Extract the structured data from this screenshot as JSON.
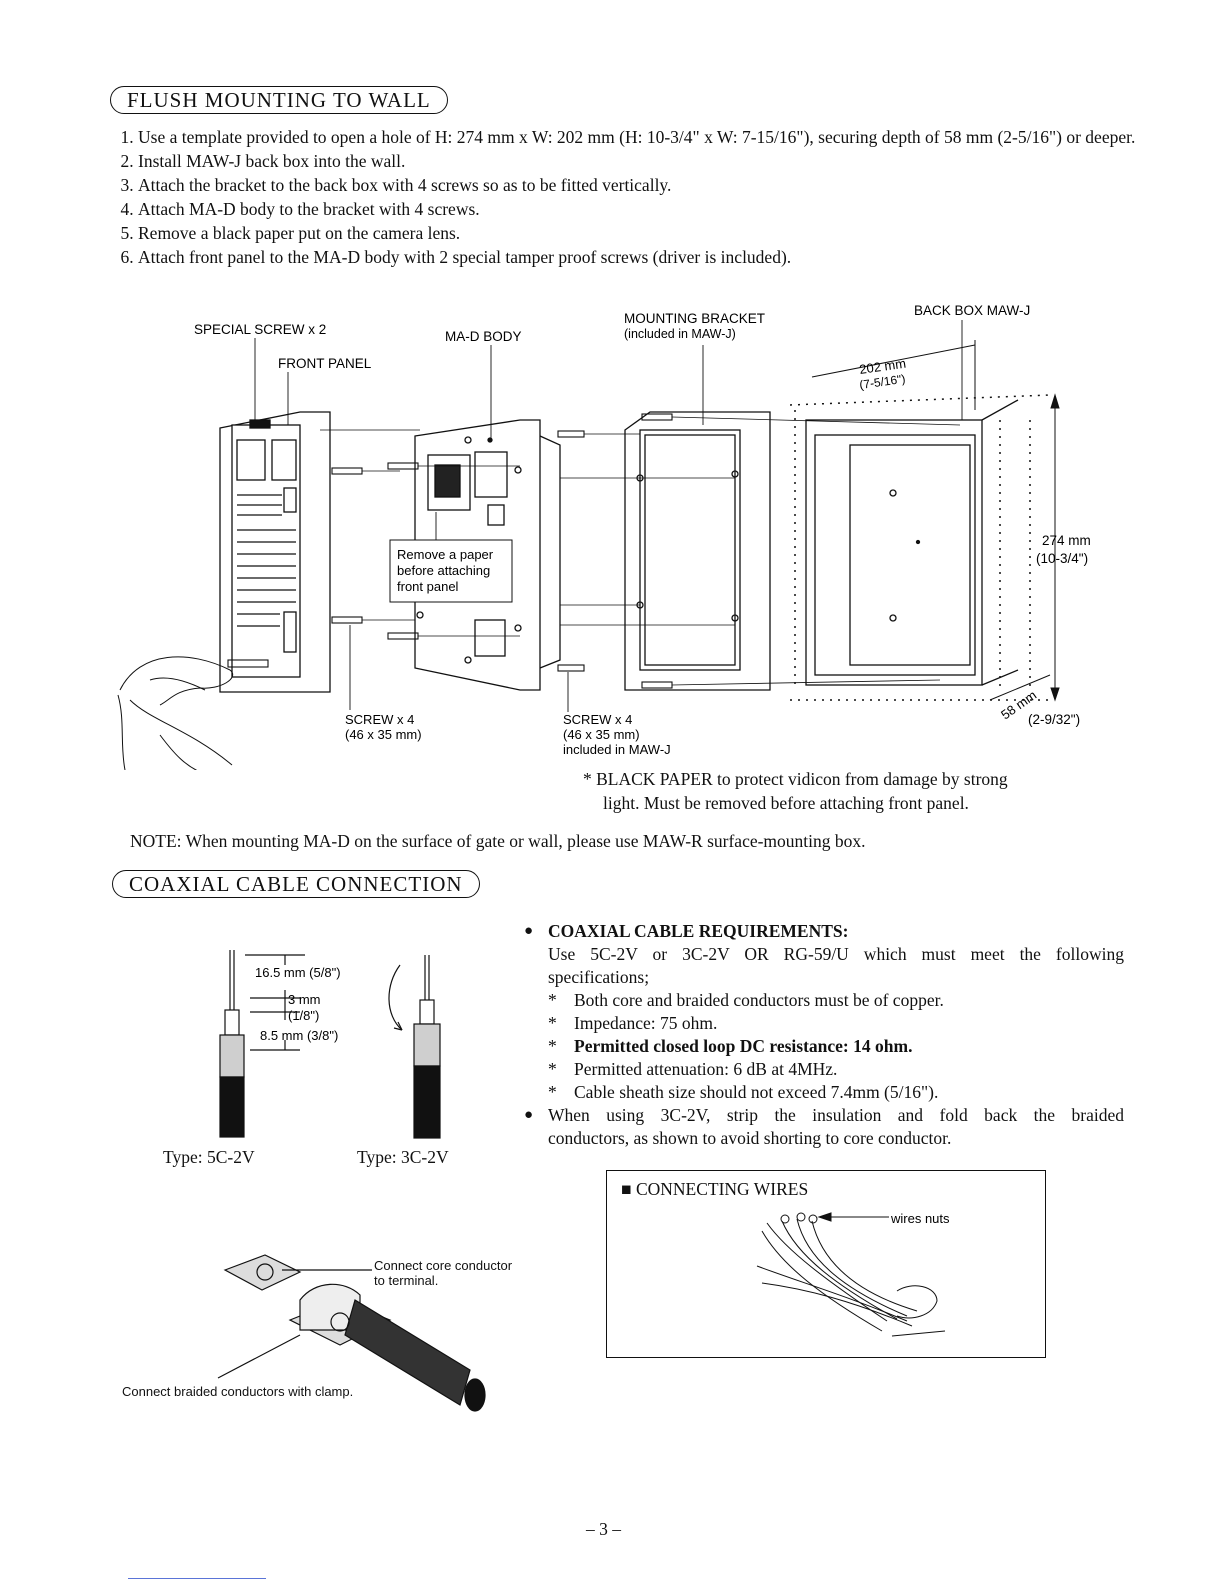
{
  "flush": {
    "title": "FLUSH MOUNTING TO WALL",
    "steps": [
      "Use a template provided to open a hole of H: 274 mm x W: 202 mm (H: 10-3/4\" x W: 7-15/16\"), securing depth of 58 mm (2-5/16\") or deeper.",
      "Install MAW-J back box into the wall.",
      "Attach the bracket to the back box with 4 screws so as to be fitted vertically.",
      "Attach MA-D body to the bracket with 4 screws.",
      "Remove a black paper put on the camera lens.",
      "Attach front panel to the MA-D body with 2 special tamper proof screws (driver is included)."
    ],
    "labels": {
      "special_screw": "SPECIAL SCREW x 2",
      "front_panel": "FRONT PANEL",
      "mad_body": "MA-D BODY",
      "bracket_1": "MOUNTING BRACKET",
      "bracket_2": "(included in MAW-J)",
      "back_box": "BACK BOX MAW-J",
      "width_1": "202 mm",
      "width_2": "(7-5/16\")",
      "height_1": "274 mm",
      "height_2": "(10-3/4\")",
      "depth_1": "58 mm",
      "depth_2": "(2-9/32\")",
      "callout_1": "Remove a paper",
      "callout_2": "before attaching",
      "callout_3": "front panel",
      "screw_a_1": "SCREW x 4",
      "screw_a_2": "(46 x 35 mm)",
      "screw_b_1": "SCREW x 4",
      "screw_b_2": "(46 x 35 mm)",
      "screw_b_3": "included in MAW-J"
    },
    "black_paper_1": "*  BLACK PAPER to protect vidicon from damage by strong",
    "black_paper_2": "light.  Must be removed before attaching front panel."
  },
  "note": "NOTE:  When mounting MA-D on the surface of gate or wall, please use MAW-R surface-mounting box.",
  "coax": {
    "title": "COAXIAL CABLE CONNECTION",
    "dims": {
      "d1": "16.5 mm (5/8\")",
      "d2": "3 mm",
      "d3": "(1/8\")",
      "d4": "8.5 mm (3/8\")"
    },
    "type_5c": "Type: 5C-2V",
    "type_3c": "Type: 3C-2V",
    "connect_core_1": "Connect core conductor",
    "connect_core_2": "to terminal.",
    "connect_braided": "Connect braided conductors with clamp.",
    "req_heading": "COAXIAL CABLE REQUIREMENTS:",
    "req_line1": "Use 5C-2V or 3C-2V OR RG-59/U which must meet the following",
    "req_line2": "specifications;",
    "specs": [
      "Both core and braided conductors must be of copper.",
      "Impedance: 75 ohm.",
      "Permitted closed loop DC resistance: 14 ohm.",
      "Permitted attenuation: 6 dB at 4MHz.",
      "Cable sheath size should not exceed 7.4mm (5/16\")."
    ],
    "strip_1": "When using 3C-2V, strip the insulation and fold back the braided",
    "strip_2": "conductors, as shown to avoid shorting to core conductor."
  },
  "wires": {
    "title": "■ CONNECTING WIRES",
    "label": "wires nuts"
  },
  "page_number": "– 3 –"
}
